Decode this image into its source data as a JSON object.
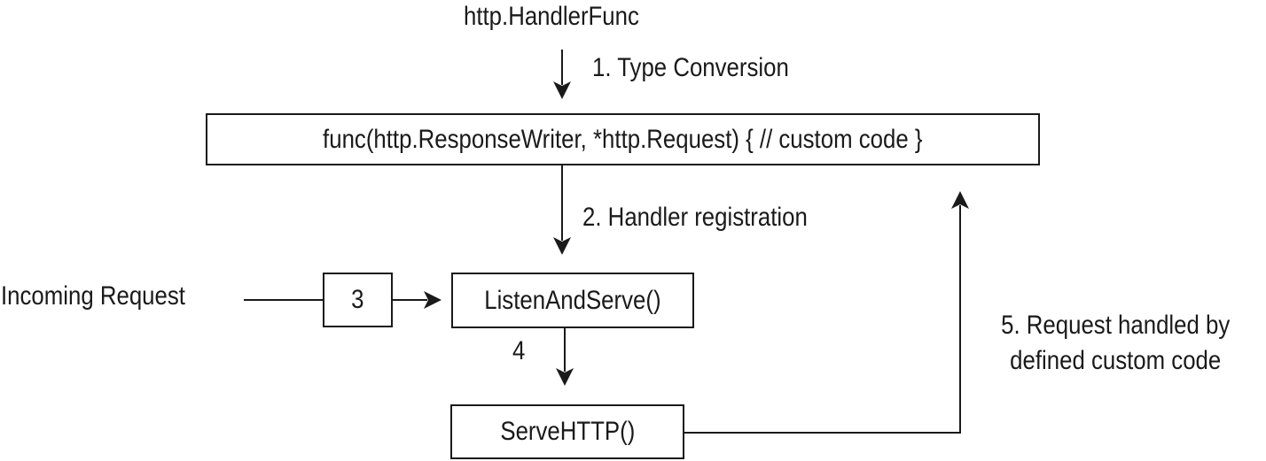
{
  "diagram": {
    "top_label": "http.HandlerFunc",
    "func_box": "func(http.ResponseWriter, *http.Request) { // custom code }",
    "step1": "1. Type Conversion",
    "step2": "2. Handler registration",
    "incoming": "Incoming Request",
    "step3": "3",
    "listen_box": "ListenAndServe()",
    "step4": "4",
    "serve_box": "ServeHTTP()",
    "step5_line1": "5. Request handled by",
    "step5_line2": "defined custom code"
  },
  "colors": {
    "stroke": "#1a1a1a",
    "background": "#ffffff"
  }
}
